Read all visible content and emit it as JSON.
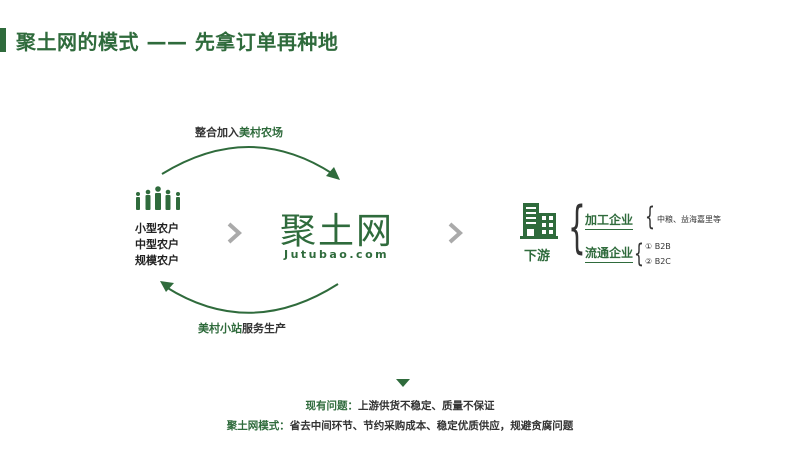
{
  "header": {
    "title": "聚土网的模式 —— 先拿订单再种地"
  },
  "flow": {
    "top_arc": {
      "prefix": "整合加入",
      "highlight": "美村农场"
    },
    "bottom_arc": {
      "highlight": "美村小站",
      "suffix": "服务生产"
    },
    "upstream": {
      "icon": "people-group-icon",
      "items": [
        "小型农户",
        "中型农户",
        "规模农户"
      ]
    },
    "center": {
      "logo_cn": "聚土网",
      "logo_en": "Jutubao.com"
    },
    "downstream": {
      "icon": "building-icon",
      "label": "下游",
      "branches": [
        {
          "label": "加工企业",
          "details": [
            "中粮、益海嘉里等"
          ]
        },
        {
          "label": "流通企业",
          "details": [
            "① B2B",
            "② B2C"
          ]
        }
      ]
    }
  },
  "summary": {
    "problem_label": "现有问题：",
    "problem_text": "上游供货不稳定、质量不保证",
    "model_label": "聚土网模式：",
    "model_text": "省去中间环节、节约采购成本、稳定优质供应，规避贪腐问题"
  },
  "colors": {
    "brand_green": "#2f6b3c",
    "chevron_gray": "#aaaaaa",
    "text_dark": "#333333"
  }
}
